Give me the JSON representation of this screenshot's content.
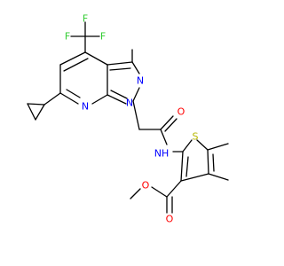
{
  "molecule": {
    "atom_labels": {
      "f_top_left": "F",
      "f_top_right": "F",
      "f_left": "F",
      "n_pyrazole": "N",
      "n_pyrazole_1": "N",
      "n_pyridine": "N",
      "o_carbonyl": "O",
      "n_amide": "NH",
      "s_thiophene": "S",
      "o_ester_carbonyl": "O",
      "o_ester": "O"
    },
    "colors": {
      "bond": "#000000",
      "fluorine": "#33cc33",
      "nitrogen": "#0000ff",
      "oxygen": "#ff0000",
      "sulfur": "#b8b800"
    }
  }
}
